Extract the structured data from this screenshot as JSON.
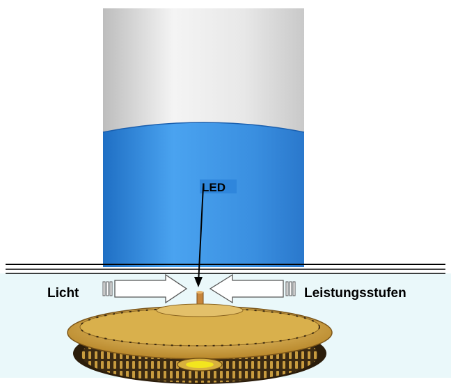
{
  "labels": {
    "led": "LED",
    "left": "Licht",
    "right": "Leistungsstufen"
  },
  "colors": {
    "cylinder_grey": "#d8d8d8",
    "cylinder_blue": "#3a8fe0",
    "led_highlight": "#2f86dc",
    "panel": "#eaf8fa",
    "disc_gold": "#d4aa45",
    "center_yellow": "#f2e51e"
  }
}
